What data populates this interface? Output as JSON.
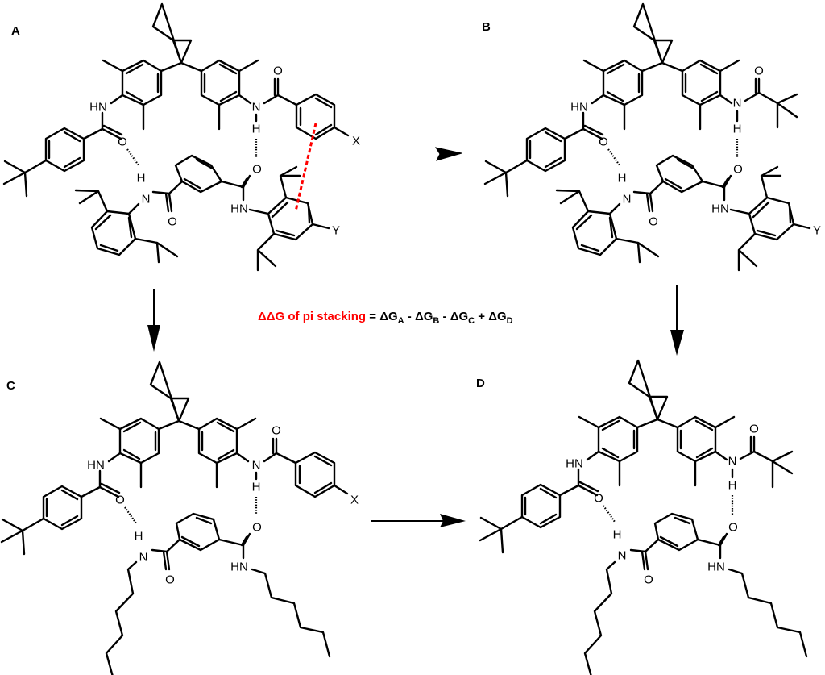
{
  "figure": {
    "panels": [
      {
        "id": "A",
        "label": "A",
        "substituents": {
          "X": "X",
          "Y": "Y"
        },
        "pi_stacking": true
      },
      {
        "id": "B",
        "label": "B",
        "substituents": {
          "Y": "Y"
        },
        "pi_stacking": false
      },
      {
        "id": "C",
        "label": "C",
        "substituents": {
          "X": "X"
        },
        "pi_stacking": false
      },
      {
        "id": "D",
        "label": "D",
        "substituents": {},
        "pi_stacking": false
      }
    ],
    "atoms": {
      "HN": "HN",
      "N": "N",
      "H": "H",
      "O": "O",
      "X": "X",
      "Y": "Y"
    },
    "arrows": [
      {
        "from": "A",
        "to": "B",
        "direction": "right"
      },
      {
        "from": "A",
        "to": "C",
        "direction": "down"
      },
      {
        "from": "B",
        "to": "D",
        "direction": "down"
      },
      {
        "from": "C",
        "to": "D",
        "direction": "right"
      }
    ],
    "equation": {
      "highlight": "ΔΔG of pi stacking",
      "equals": " = ",
      "terms": [
        {
          "sign": "",
          "symbol": "ΔG",
          "sub": "A"
        },
        {
          "sign": " - ",
          "symbol": "ΔG",
          "sub": "B"
        },
        {
          "sign": " - ",
          "symbol": "ΔG",
          "sub": "C"
        },
        {
          "sign": " + ",
          "symbol": "ΔG",
          "sub": "D"
        }
      ]
    },
    "colors": {
      "highlight": "#ff0000",
      "bonds": "#000000",
      "background": "#ffffff"
    }
  }
}
